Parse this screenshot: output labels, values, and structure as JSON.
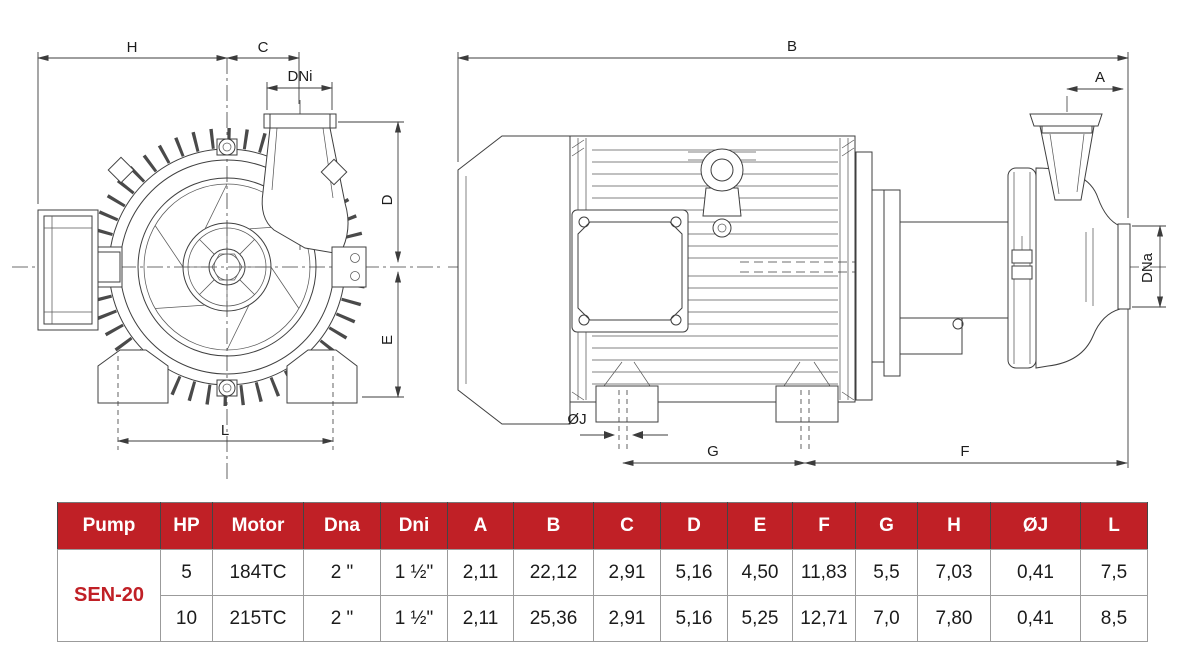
{
  "drawing": {
    "front_view_labels": {
      "h": "H",
      "c": "C",
      "dni": "DNi",
      "d": "D",
      "e": "E",
      "l": "L"
    },
    "side_view_labels": {
      "b": "B",
      "a": "A",
      "dna": "DNa",
      "oj": "ØJ",
      "g": "G",
      "f": "F"
    }
  },
  "colors": {
    "table_header_bg": "#c02026",
    "table_header_text": "#ffffff",
    "pump_name_text": "#c02026",
    "line_color": "#3f3f3f"
  },
  "table": {
    "headers": [
      "Pump",
      "HP",
      "Motor",
      "Dna",
      "Dni",
      "A",
      "B",
      "C",
      "D",
      "E",
      "F",
      "G",
      "H",
      "ØJ",
      "L"
    ],
    "pump": "SEN-20",
    "rows": [
      [
        "5",
        "184TC",
        "2 \"",
        "1 ½\"",
        "2,11",
        "22,12",
        "2,91",
        "5,16",
        "4,50",
        "11,83",
        "5,5",
        "7,03",
        "0,41",
        "7,5"
      ],
      [
        "10",
        "215TC",
        "2 \"",
        "1 ½\"",
        "2,11",
        "25,36",
        "2,91",
        "5,16",
        "5,25",
        "12,71",
        "7,0",
        "7,80",
        "0,41",
        "8,5"
      ]
    ]
  }
}
